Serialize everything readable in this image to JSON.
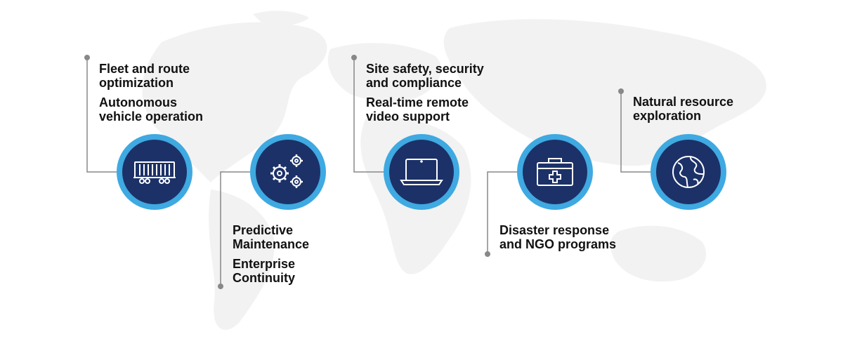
{
  "items": [
    {
      "icon": "freight-train-car-icon",
      "labels": [
        "Fleet and route\noptimization",
        "Autonomous\nvehicle operation"
      ]
    },
    {
      "icon": "gears-icon",
      "labels": [
        "Predictive\nMaintenance",
        "Enterprise\nContinuity"
      ]
    },
    {
      "icon": "laptop-icon",
      "labels": [
        "Site safety, security\nand compliance",
        "Real-time remote\nvideo support"
      ]
    },
    {
      "icon": "first-aid-kit-icon",
      "labels": [
        "Disaster response\nand NGO programs"
      ]
    },
    {
      "icon": "globe-icon",
      "labels": [
        "Natural resource\nexploration"
      ]
    }
  ],
  "colors": {
    "ring": "#3fa9e1",
    "circle": "#1c3168",
    "connector": "#888888",
    "map": "#f1f1f1"
  }
}
